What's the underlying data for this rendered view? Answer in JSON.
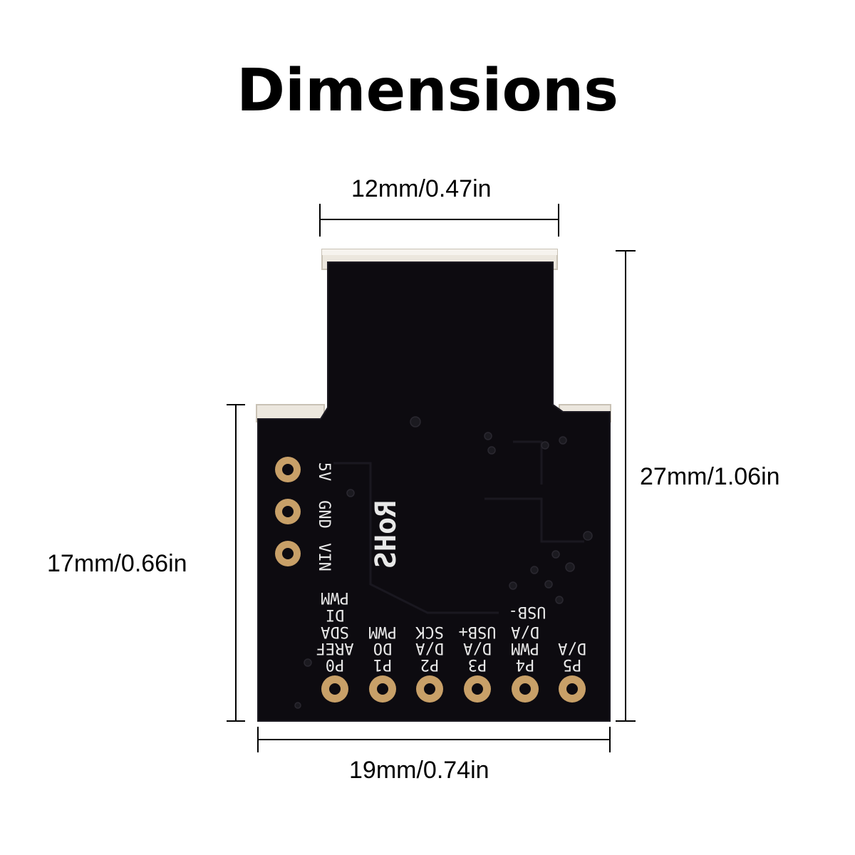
{
  "title": "Dimensions",
  "dimensions": {
    "top_width": "12mm/0.47in",
    "total_height": "27mm/1.06in",
    "body_height": "17mm/0.66in",
    "bottom_width": "19mm/0.74in"
  },
  "board": {
    "silkscreen": {
      "rohs": "RoHS",
      "left_pins": [
        "5V",
        "GND",
        "VIN"
      ],
      "pwm_di": [
        "PWM",
        "DI"
      ],
      "usb_minus": "USB-",
      "pin_row_1": [
        "SDA",
        "PWM",
        "SCK",
        "USB+",
        "D/A"
      ],
      "pin_row_2": [
        "AREF",
        "DO",
        "D/A",
        "D/A",
        "PWM",
        "D/A"
      ],
      "pin_names": [
        "P0",
        "P1",
        "P2",
        "P3",
        "P4",
        "P5"
      ]
    },
    "colors": {
      "pcb": "#0d0b10",
      "pad_gold": "#c8a068",
      "silkscreen": "#e8e8e8",
      "connector_metal": "#e8e4dc"
    }
  }
}
